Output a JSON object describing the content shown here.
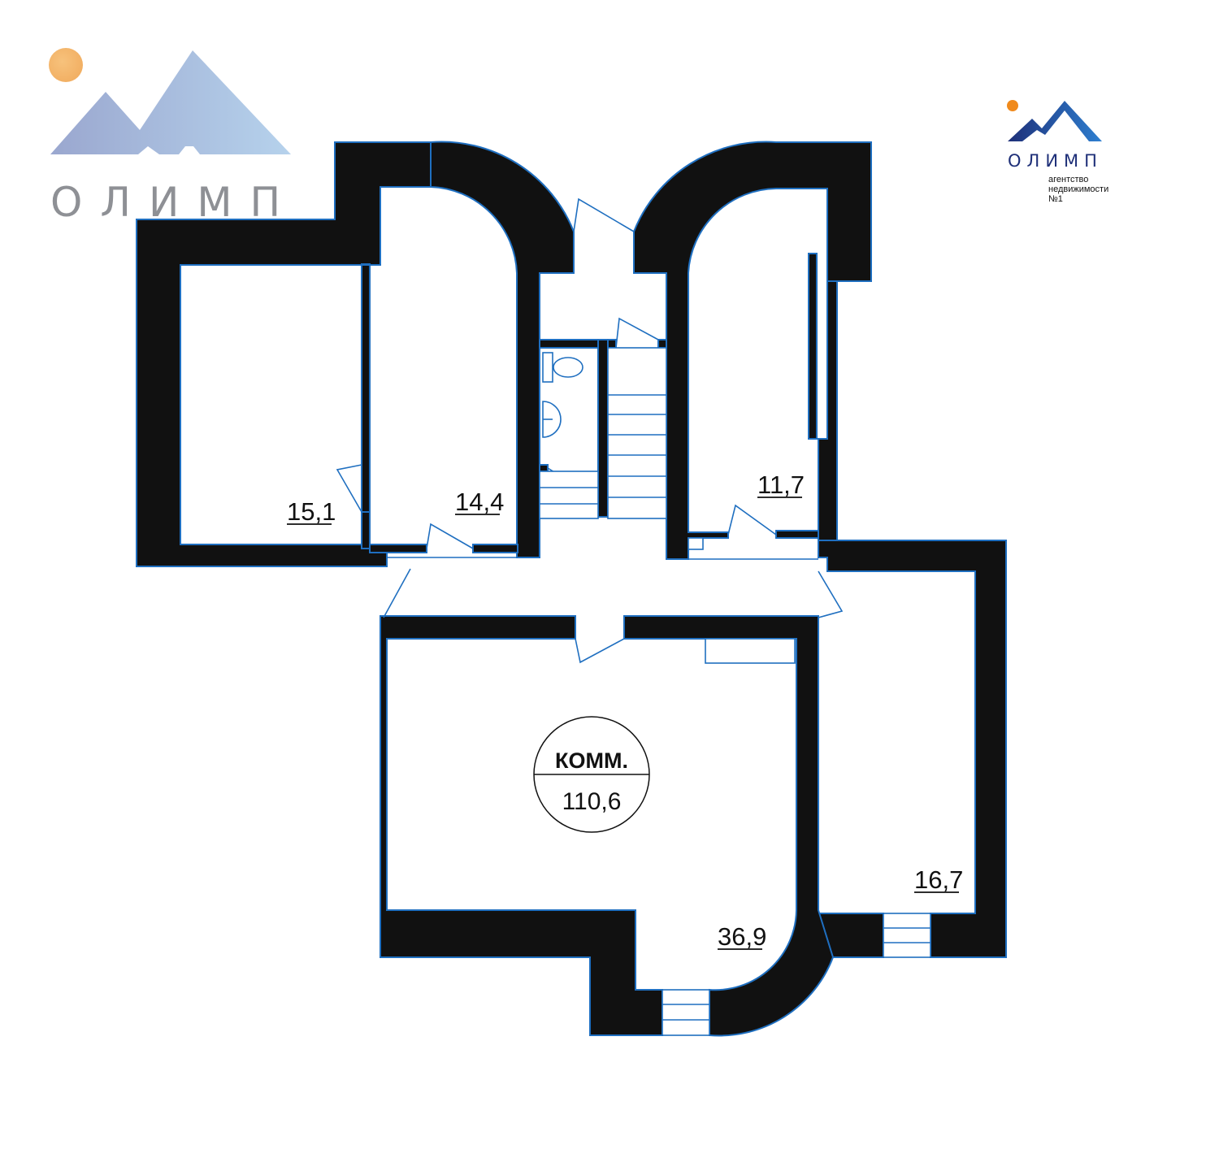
{
  "watermark": {
    "brand": "ОЛИМП"
  },
  "logo": {
    "brand": "ОЛИМП",
    "tagline_line1": "агентство",
    "tagline_line2": "недвижимости",
    "tagline_line3": "№1"
  },
  "badge": {
    "label": "КОММ.",
    "total_area": "110,6"
  },
  "rooms": [
    {
      "label": "15,1"
    },
    {
      "label": "14,4"
    },
    {
      "label": "11,7"
    },
    {
      "label": "36,9"
    },
    {
      "label": "16,7"
    }
  ],
  "colors": {
    "wall": "#111111",
    "outline": "#1f6fc0",
    "sun": "#f0a04b",
    "logo_dark": "#1e2f78",
    "logo_light": "#2e7fd0"
  }
}
